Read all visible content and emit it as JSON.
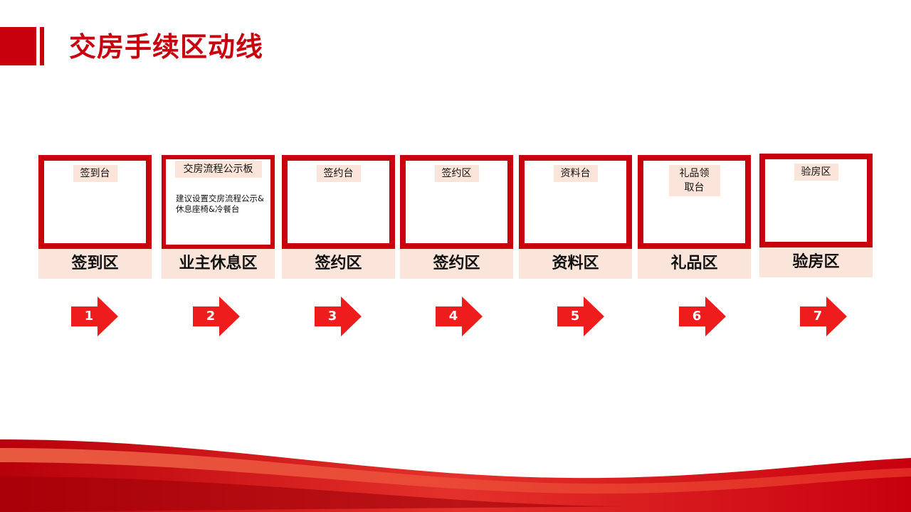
{
  "title": "交房手续区动线",
  "colors": {
    "accent": "#c8000e",
    "tag_bg": "#fbe4da",
    "arrow": "#ee1c1c"
  },
  "stations": [
    {
      "tag": "签到台",
      "zone": "签到区"
    },
    {
      "tag": "交房流程公示板",
      "note": "建议设置交房流程公示&休息座椅&冷餐台",
      "zone": "业主休息区"
    },
    {
      "tag": "签约台",
      "zone": "签约区"
    },
    {
      "tag": "签约区",
      "zone": "签约区"
    },
    {
      "tag": "资料台",
      "zone": "资料区"
    },
    {
      "tag": "礼品领取台",
      "zone": "礼品区"
    },
    {
      "tag": "验房区",
      "zone": "验房区"
    }
  ],
  "steps": [
    "1",
    "2",
    "3",
    "4",
    "5",
    "6",
    "7"
  ]
}
